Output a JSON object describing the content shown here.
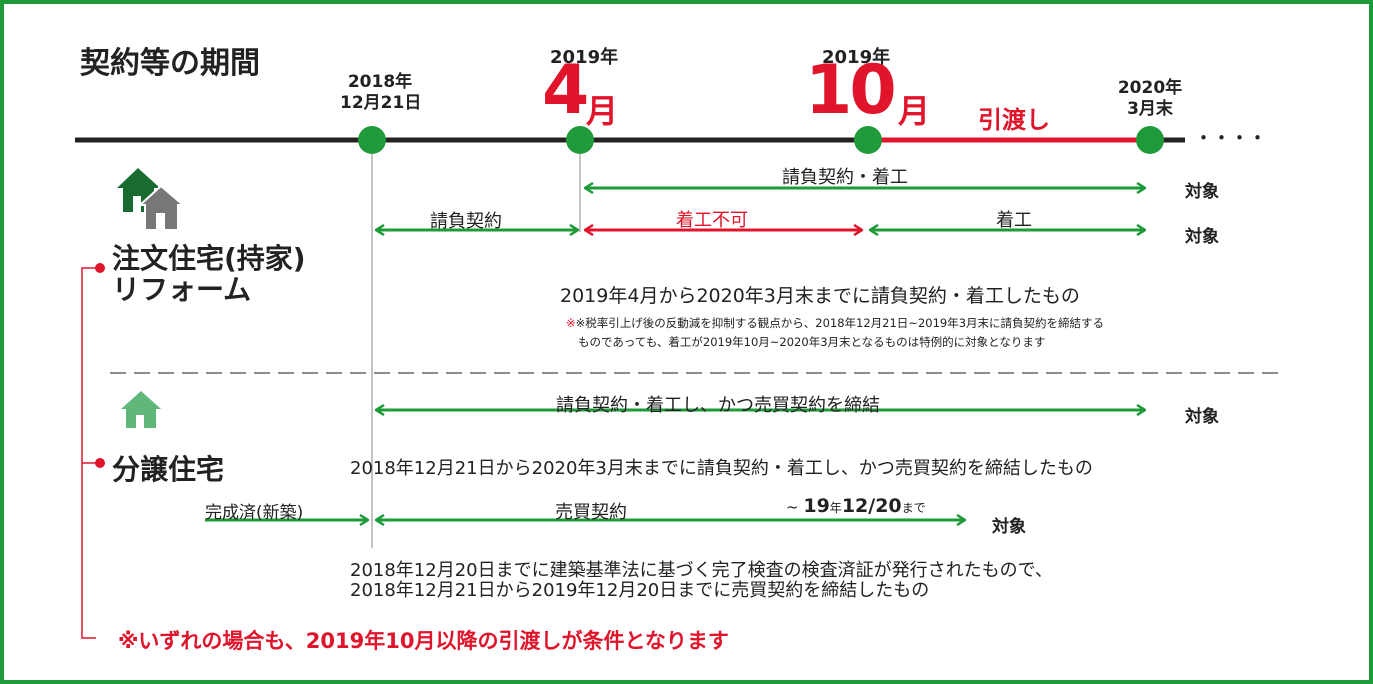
{
  "title": "契約等の期間",
  "timeline": {
    "date1": [
      "2018年",
      "12月21日"
    ],
    "date2_year": "2019年",
    "date2_month": "4",
    "date2_unit": "月",
    "date3_year": "2019年",
    "date3_month": "10",
    "date3_unit": "月",
    "handover_label": "引渡し",
    "date4": [
      "2020年",
      "3月末"
    ],
    "continuation": "・・・・"
  },
  "custom_home": {
    "title": "注文住宅(持家)",
    "subtitle": "リフォーム",
    "row1_label": "請負契約・着工",
    "row1_result": "対象",
    "row2_label_a": "請負契約",
    "row2_label_b": "着工不可",
    "row2_label_c": "着工",
    "row2_result": "対象",
    "description": "2019年4月から2020年3月末までに請負契約・着工したもの",
    "note_line1": "※税率引上げ後の反動減を抑制する観点から、2018年12月21日~2019年3月末に請負契約を締結する",
    "note_line2": "ものであっても、着工が2019年10月~2020年3月末となるものは特例的に対象となります"
  },
  "condo": {
    "title": "分譲住宅",
    "row1_label": "請負契約・着工し、かつ売買契約を締結",
    "row1_result": "対象",
    "description": "2018年12月21日から2020年3月末までに請負契約・着工し、かつ売買契約を締結したもの",
    "row2_pre_label": "完成済(新築)",
    "row2_label": "売買契約",
    "row2_deadline_prefix": "~ ",
    "row2_deadline_year": "19",
    "row2_deadline_year_unit": "年",
    "row2_deadline_date": "12/20",
    "row2_deadline_suffix": "まで",
    "row2_result": "対象",
    "desc2_line1": "2018年12月20日までに建築基準法に基づく完了検査の検査済証が発行されたもので、",
    "desc2_line2": "2018年12月21日から2019年12月20日までに売買契約を締結したもの"
  },
  "footer_note": "※いずれの場合も、2019年10月以降の引渡しが条件となります",
  "colors": {
    "green": "#1f9a3a",
    "red": "#e0142a",
    "dark_green": "#1a6b30",
    "gray": "#777777"
  }
}
